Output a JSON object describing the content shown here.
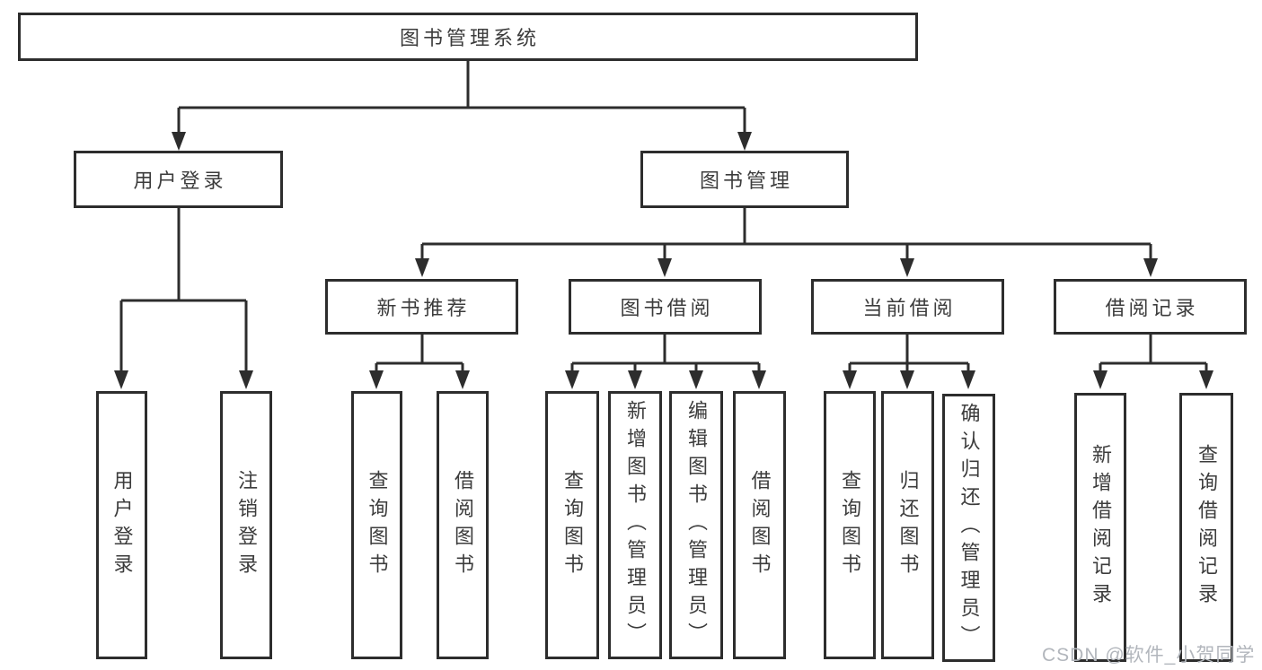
{
  "diagram_title": "图书管理系统",
  "tree": {
    "label": "图书管理系统",
    "children": [
      {
        "label": "用户登录",
        "children": [
          {
            "label": "用户登录"
          },
          {
            "label": "注销登录"
          }
        ]
      },
      {
        "label": "图书管理",
        "children": [
          {
            "label": "新书推荐",
            "children": [
              {
                "label": "查询图书"
              },
              {
                "label": "借阅图书"
              }
            ]
          },
          {
            "label": "图书借阅",
            "children": [
              {
                "label": "查询图书"
              },
              {
                "label": "新增图书（管理员）"
              },
              {
                "label": "编辑图书（管理员）"
              },
              {
                "label": "借阅图书"
              }
            ]
          },
          {
            "label": "当前借阅",
            "children": [
              {
                "label": "查询图书"
              },
              {
                "label": "归还图书"
              },
              {
                "label": "确认归还（管理员）"
              }
            ]
          },
          {
            "label": "借阅记录",
            "children": [
              {
                "label": "新增借阅记录"
              },
              {
                "label": "查询借阅记录"
              }
            ]
          }
        ]
      }
    ]
  },
  "watermark": {
    "text": "CSDN @软件_小贺同学"
  },
  "colors": {
    "line": "#2d2d2d",
    "text": "#3c3c3c",
    "watermark": "#b2b6bc",
    "background": "#ffffff"
  }
}
